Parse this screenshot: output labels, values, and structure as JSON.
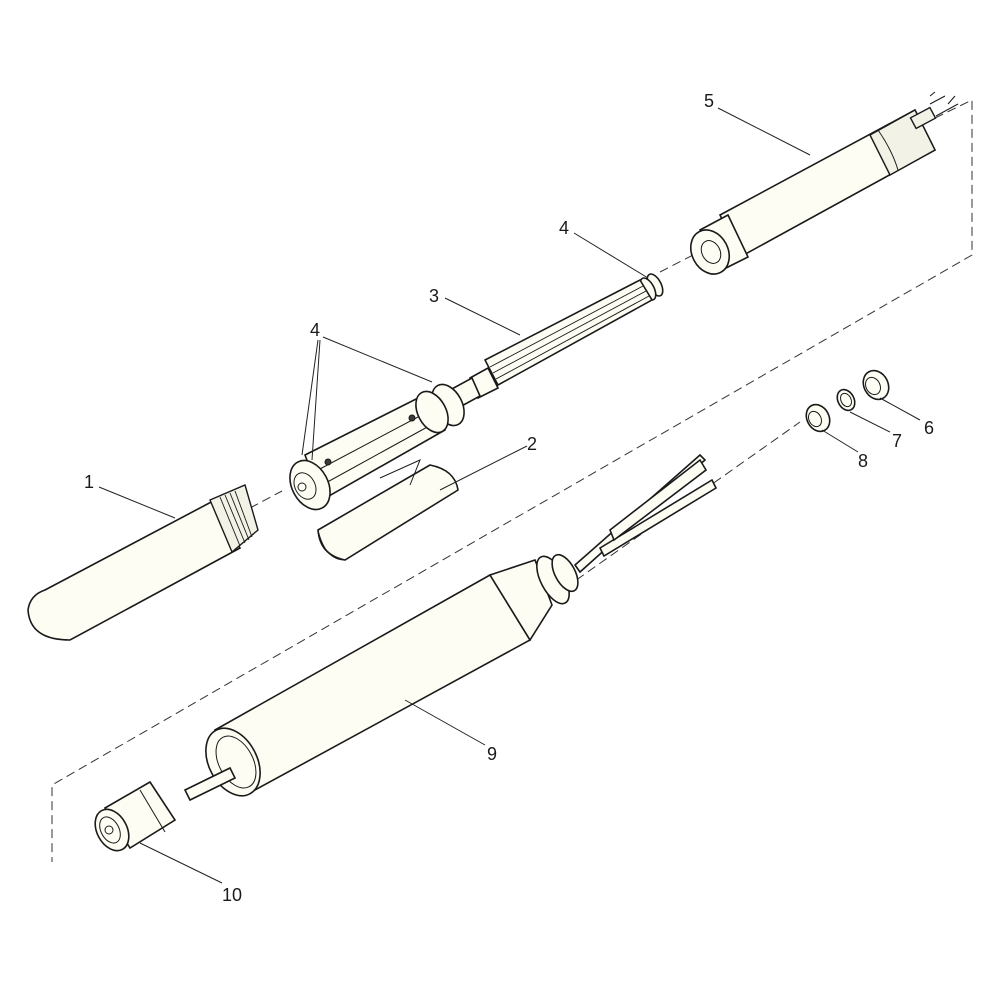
{
  "parts": [
    {
      "id": "part-1",
      "label": "1"
    },
    {
      "id": "part-2",
      "label": "2"
    },
    {
      "id": "part-3",
      "label": "3"
    },
    {
      "id": "part-4-upper",
      "label": "4"
    },
    {
      "id": "part-4-lower",
      "label": "4"
    },
    {
      "id": "part-5",
      "label": "5"
    },
    {
      "id": "part-6",
      "label": "6"
    },
    {
      "id": "part-7",
      "label": "7"
    },
    {
      "id": "part-8",
      "label": "8"
    },
    {
      "id": "part-9",
      "label": "9"
    },
    {
      "id": "part-10",
      "label": "10"
    }
  ]
}
